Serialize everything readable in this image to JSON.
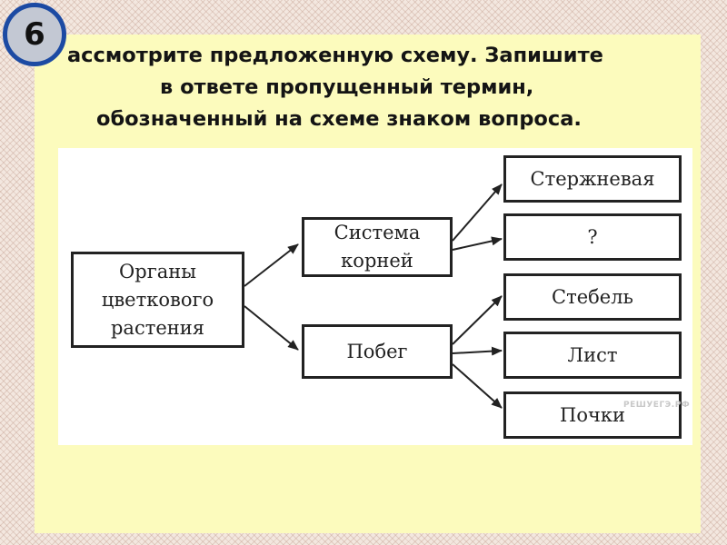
{
  "slide": {
    "number": "6",
    "question_lines": [
      "ассмотрите предложенную схему. Запишите",
      "в ответе пропущенный термин,",
      "обозначенный на схеме знаком вопроса."
    ]
  },
  "scheme": {
    "root": [
      "Органы",
      "цветкового",
      "растения"
    ],
    "system": [
      "Система",
      "корней"
    ],
    "shoot": "Побег",
    "root_types": [
      "Стержневая",
      "?"
    ],
    "shoot_parts": [
      "Стебель",
      "Лист",
      "Почки"
    ],
    "watermark": "РЕШУЕГЭ.РФ"
  },
  "colors": {
    "badge_border": "#1c4aa3",
    "badge_fill": "#c3c8d3",
    "panel": "#fcfbbd"
  }
}
